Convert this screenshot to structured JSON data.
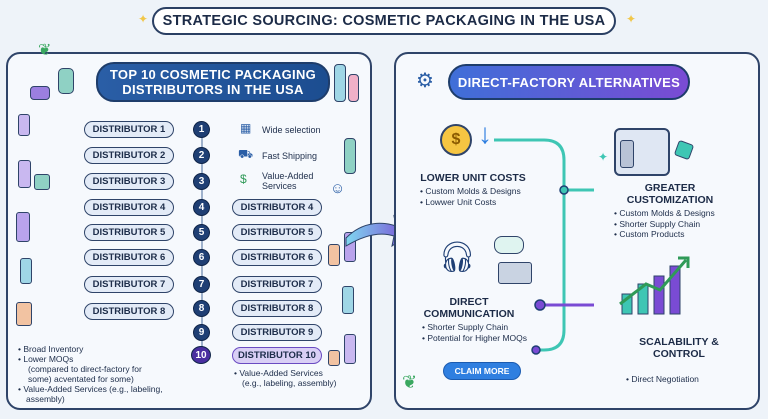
{
  "title": "STRATEGIC SOURCING: COSMETIC PACKAGING IN THE USA",
  "left": {
    "banner_line1": "TOP 10 COSMETIC PACKAGING",
    "banner_line2": "DISTRIBUTORS IN THE USA",
    "left_distributors": [
      "DISTRIBUTOR 1",
      "DISTRIBUTOR 2",
      "DISTRIBUTOR 3",
      "DISTRIBUTOR 4",
      "DISTRIBUTOR 5",
      "DISTRIBUTOR 6",
      "DISTRIBUTOR 7",
      "DISTRIBUTOR 8"
    ],
    "numbers": [
      "1",
      "2",
      "3",
      "4",
      "5",
      "6",
      "7",
      "8",
      "9",
      "10"
    ],
    "features": [
      "Wide selection",
      "Fast Shipping",
      "Value-Added",
      "Services"
    ],
    "right_distributors": [
      "DISTRIBUTOR 4",
      "DISTRIBUTOR 5",
      "DISTRIBUTOR 6",
      "DISTRIBUTOR 7",
      "DISTRIBUTOR 8",
      "DISTRIBUTOR 9",
      "DISTRIBUTOR 10"
    ],
    "bullets_left": [
      "Broad Inventory",
      "Lower MOQs",
      "(compared to direct-factory for",
      "some) acventated for some)",
      "Value-Added Services (e.g., labeling, assembly)"
    ],
    "bullets_right": [
      "Value-Added Services",
      "(e.g., labeling, assembly)"
    ]
  },
  "right": {
    "banner": "DIRECT-FACTORY ALTERNATIVES",
    "lower_costs": {
      "title": "LOWER UNIT COSTS",
      "items": [
        "Custom Molds & Designs",
        "Lowwer Unit Costs"
      ]
    },
    "customization": {
      "title1": "GREATER",
      "title2": "CUSTOMIZATION",
      "items": [
        "Custom Molds & Designs",
        "Shorter Supply Chain",
        "Custom Products"
      ]
    },
    "communication": {
      "title1": "DIRECT",
      "title2": "COMMUNICATION",
      "items": [
        "Shorter Supply Chain",
        "Potential for Higher MOQs"
      ]
    },
    "scalability": {
      "title1": "SCALABILITY &",
      "title2": "CONTROL",
      "items": [
        "Direct Negotiation"
      ]
    },
    "claim": "CLAIM MORE"
  },
  "colors": {
    "navy": "#1f3f74",
    "accent_blue": "#2f7fe0",
    "purple": "#7a4bd4",
    "teal": "#3ec6b4",
    "gold": "#f1c74a"
  }
}
